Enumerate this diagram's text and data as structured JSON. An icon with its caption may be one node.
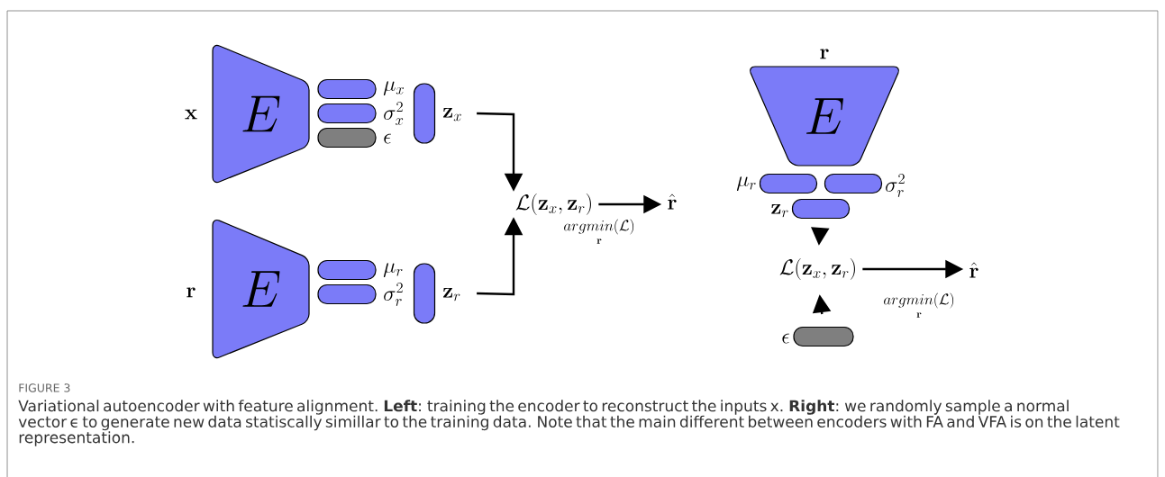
{
  "diagram": {
    "caption": "Variational autoencoder with feature alignment. **Left**: training the encoder to reconstruct the inputs x. **Right**: we randomly sample a normal vector ϵ to generate new data statiscally simillar to the training data. Note that the main different between encoders with FA and VFA is on the latent representation.",
    "nodes": [
      {
        "text": [
          "E"
        ],
        "beside": [
          "\\mathbf{x}"
        ]
      },
      {
        "text": [],
        "shape": "pill",
        "beside": [
          "\\mu_x"
        ]
      },
      {
        "text": [],
        "shape": "pill",
        "beside": [
          "\\sigma_x^2"
        ]
      },
      {
        "text": [],
        "shape": "pill",
        "beside": [
          "\\epsilon"
        ]
      },
      {
        "text": [],
        "shape": "pill",
        "beside": [
          "\\mathbf{z}_x"
        ]
      },
      {
        "text": [
          "\\mathcal{L}(\\mathbf{z}_x, \\mathbf{z}_r)"
        ]
      },
      {
        "text": [
          "\\hat{\\mathbf{r}}"
        ]
      },
      {
        "text": [
          "E"
        ],
        "beside": [
          "\\mathbf{r}"
        ]
      },
      {
        "text": [],
        "shape": "pill",
        "beside": [
          "\\mu_r"
        ]
      },
      {
        "text": [],
        "shape": "pill",
        "beside": [
          "\\sigma_r^2"
        ]
      },
      {
        "text": [],
        "shape": "pill",
        "beside": [
          "\\mathbf{z}_r"
        ]
      },
      {
        "text": [
          "E"
        ],
        "beside": [
          "\\mathbf{r}"
        ]
      },
      {
        "text": [],
        "shape": "pill",
        "beside": [
          "\\mu_r"
        ]
      },
      {
        "text": [],
        "shape": "pill",
        "beside": [
          "\\sigma_r^2"
        ]
      },
      {
        "text": [],
        "shape": "pill",
        "beside": [
          "\\mathbf{z}_r"
        ]
      },
      {
        "text": [
          "\\mathcal{L}(\\mathbf{z}_x, \\mathbf{z}_r)"
        ]
      },
      {
        "text": [
          "\\hat{\\mathbf{r}}"
        ]
      },
      {
        "text": [],
        "shape": "pill",
        "beside": [
          "\\epsilon"
        ]
      }
    ],
    "edges": [
      {
        "from": 4,
        "to": 5,
        "arrow": "to"
      },
      {
        "from": 10,
        "to": 5,
        "arrow": "to"
      },
      {
        "from": 5,
        "to": 6,
        "arrow": "to",
        "label": "\\underset{\\mathbf{r}}{argmin(\\mathcal{L})}"
      },
      {
        "from": 14,
        "to": 15,
        "arrow": "to"
      },
      {
        "from": 17,
        "to": 15,
        "arrow": "to"
      },
      {
        "from": 15,
        "to": 16,
        "arrow": "to",
        "label": "\\underset{\\mathbf{r}}{argmin(\\mathcal{L})}"
      }
    ],
    "labels": [
      "FIGURE 3"
    ]
  }
}
